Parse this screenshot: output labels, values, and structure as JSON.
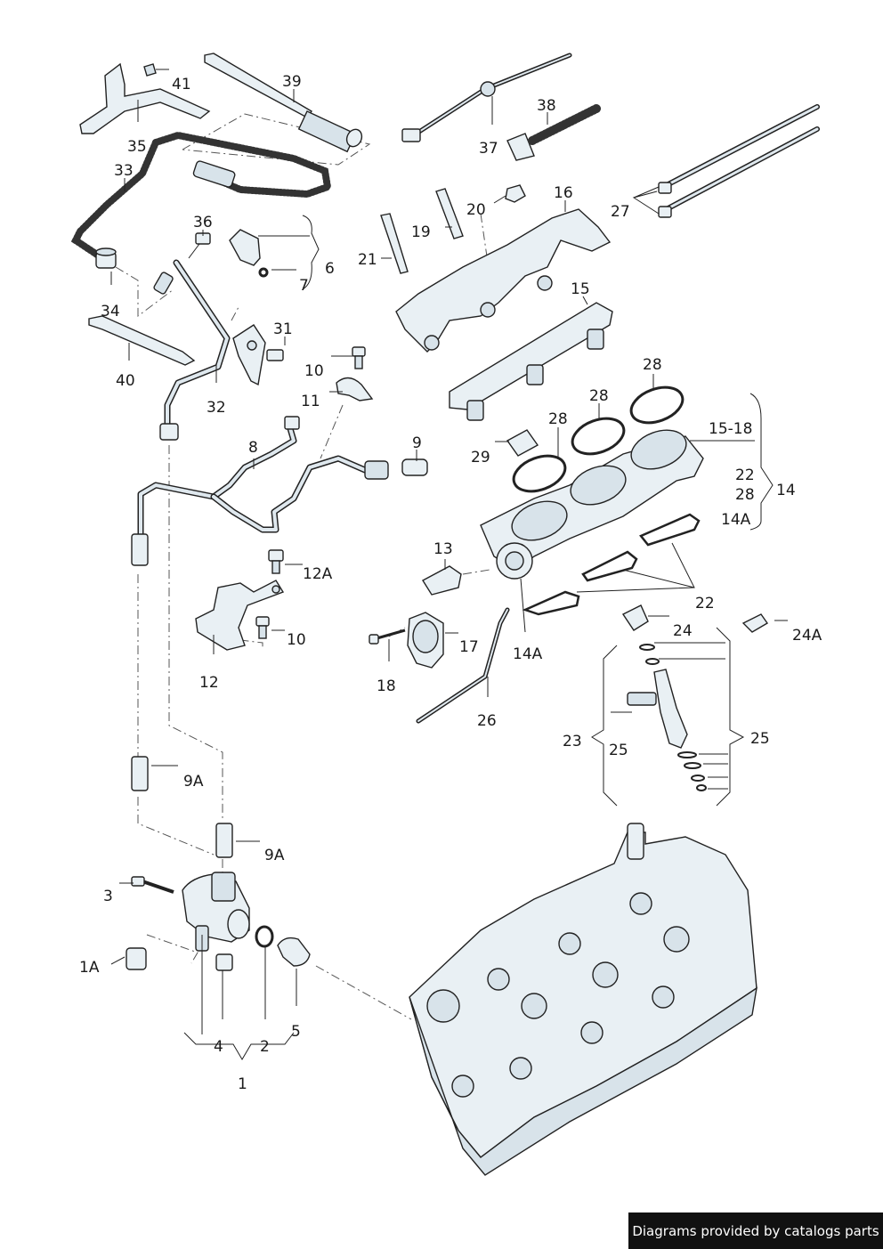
{
  "callouts": {
    "c1": "1",
    "c1A": "1A",
    "c2": "2",
    "c3": "3",
    "c4": "4",
    "c5": "5",
    "c6": "6",
    "c7": "7",
    "c8": "8",
    "c9": "9",
    "c9A_upper": "9A",
    "c9A_lower": "9A",
    "c10_upper": "10",
    "c10_lower": "10",
    "c11": "11",
    "c12": "12",
    "c12A": "12A",
    "c13": "13",
    "c14": "14",
    "c14A_side": "14A",
    "c14A_lower": "14A",
    "c15": "15",
    "c15_18": "15-18",
    "c16": "16",
    "c17": "17",
    "c18": "18",
    "c19": "19",
    "c20": "20",
    "c21": "21",
    "c22_side": "22",
    "c22_lower": "22",
    "c23": "23",
    "c24": "24",
    "c24A": "24A",
    "c25_inner": "25",
    "c25_outer": "25",
    "c26": "26",
    "c27": "27",
    "c28_a": "28",
    "c28_b": "28",
    "c28_c": "28",
    "c28_side": "28",
    "c29": "29",
    "c31": "31",
    "c32": "32",
    "c33": "33",
    "c34": "34",
    "c35": "35",
    "c36": "36",
    "c37": "37",
    "c38": "38",
    "c39": "39",
    "c40": "40",
    "c41": "41"
  },
  "footer": {
    "text": "Diagrams provided by catalogs parts"
  },
  "colors": {
    "line": "#222222",
    "part_fill": "#e9f0f4",
    "footer_bg": "#111111",
    "footer_text": "#ffffff"
  }
}
